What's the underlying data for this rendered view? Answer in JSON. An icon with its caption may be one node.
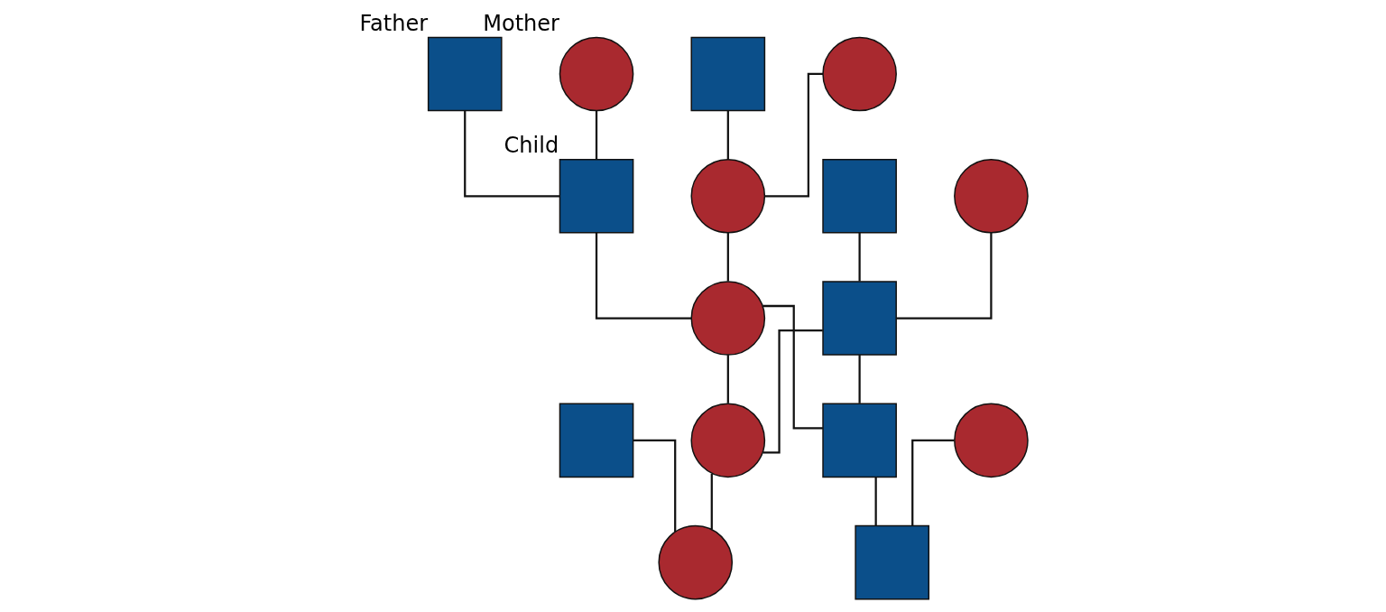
{
  "diagram": {
    "nodes": [
      {
        "text": [],
        "shape": "box",
        "beside": [
          "Father"
        ]
      },
      {
        "text": [],
        "shape": "circle",
        "beside": [
          "Mother"
        ]
      },
      {
        "text": [],
        "shape": "box"
      },
      {
        "text": [],
        "shape": "circle"
      },
      {
        "text": [],
        "shape": "box",
        "beside": [
          "Child"
        ]
      },
      {
        "text": [],
        "shape": "circle"
      },
      {
        "text": [],
        "shape": "box"
      },
      {
        "text": [],
        "shape": "circle"
      },
      {
        "text": [],
        "shape": "circle"
      },
      {
        "text": [],
        "shape": "box"
      },
      {
        "text": [],
        "shape": "box"
      },
      {
        "text": [],
        "shape": "circle"
      },
      {
        "text": [],
        "shape": "box"
      },
      {
        "text": [],
        "shape": "circle"
      },
      {
        "text": [],
        "shape": "circle"
      },
      {
        "text": [],
        "shape": "box"
      }
    ],
    "edges": [
      {
        "from": 0,
        "to": 4,
        "arrow": "none"
      },
      {
        "from": 1,
        "to": 4,
        "arrow": "none"
      },
      {
        "from": 2,
        "to": 5,
        "arrow": "none"
      },
      {
        "from": 3,
        "to": 5,
        "arrow": "none"
      },
      {
        "from": 4,
        "to": 8,
        "arrow": "none"
      },
      {
        "from": 5,
        "to": 8,
        "arrow": "none"
      },
      {
        "from": 6,
        "to": 9,
        "arrow": "none"
      },
      {
        "from": 7,
        "to": 9,
        "arrow": "none"
      },
      {
        "from": 8,
        "to": 11,
        "arrow": "none"
      },
      {
        "from": 9,
        "to": 11,
        "arrow": "none"
      },
      {
        "from": 8,
        "to": 12,
        "arrow": "none"
      },
      {
        "from": 9,
        "to": 12,
        "arrow": "none"
      },
      {
        "from": 10,
        "to": 14,
        "arrow": "none"
      },
      {
        "from": 11,
        "to": 14,
        "arrow": "none"
      },
      {
        "from": 12,
        "to": 15,
        "arrow": "none"
      },
      {
        "from": 13,
        "to": 15,
        "arrow": "none"
      }
    ]
  }
}
